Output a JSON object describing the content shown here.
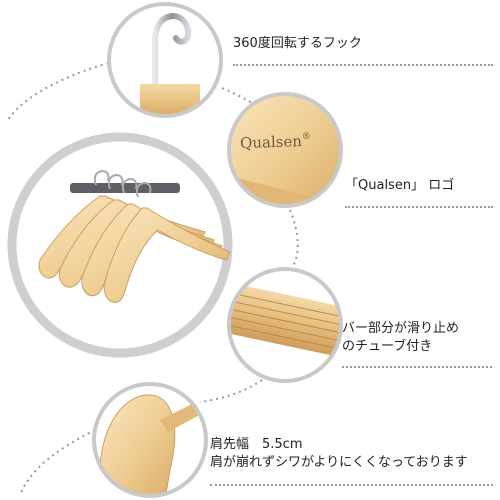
{
  "features": [
    {
      "id": "hook",
      "lines": [
        "360度回転するフック"
      ]
    },
    {
      "id": "logo",
      "lines": [
        "「Qualsen」 ロゴ"
      ]
    },
    {
      "id": "bar",
      "lines": [
        "バー部分が滑り止め",
        "のチューブ付き"
      ]
    },
    {
      "id": "shoulder",
      "lines": [
        "肩先幅　5.5cm",
        "肩が崩れずシワがよりにくくなっております"
      ]
    }
  ],
  "logo_text": "Qualsen",
  "registered_mark": "®",
  "colors": {
    "wood_light": "#f6d9a6",
    "wood_mid": "#e8bf7c",
    "wood_dark": "#c9985a",
    "circle_ring": "#c9c9c9",
    "big_ring": "#cfcfcf",
    "dots": "#999999",
    "rod": "#5f5f66",
    "chrome": "#b8b8c0"
  }
}
